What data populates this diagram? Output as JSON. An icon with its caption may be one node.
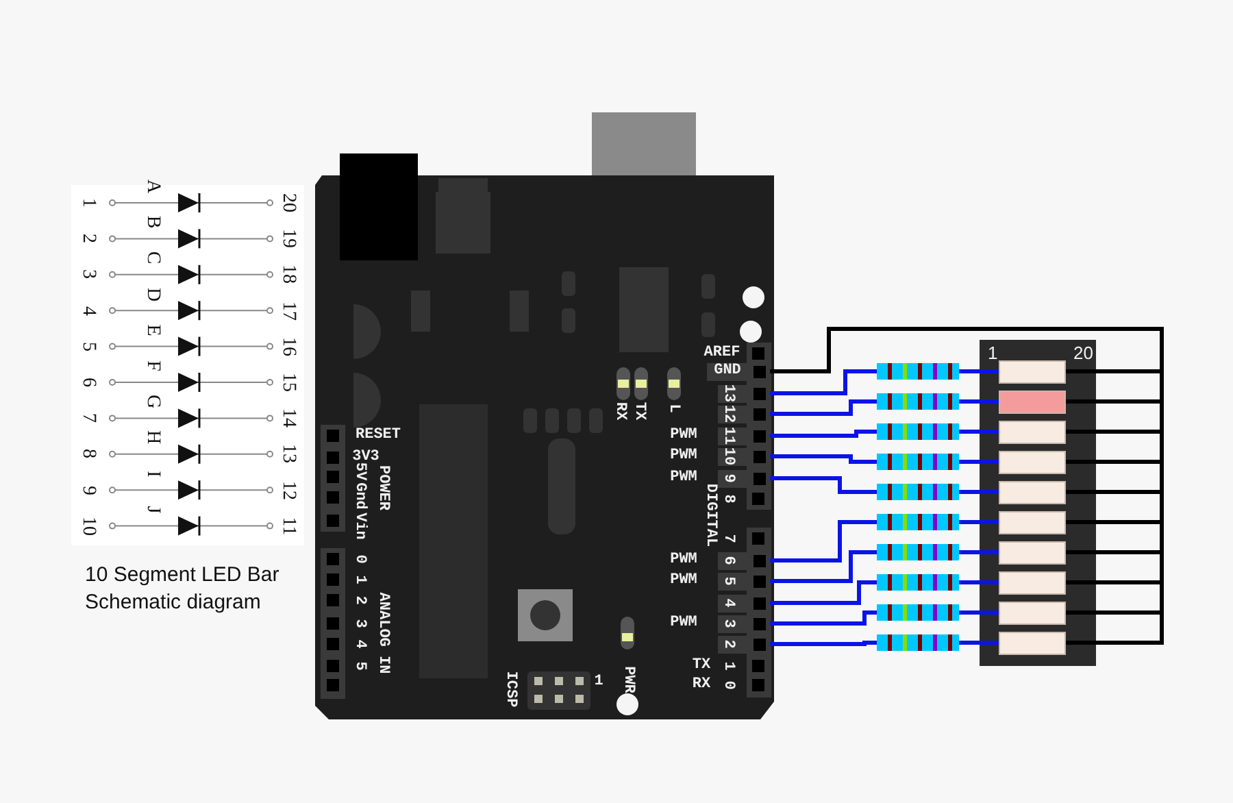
{
  "diagram": {
    "caption": "10 Segment LED Bar Schematic diagram",
    "nodes": [
      {
        "text": [
          "GND"
        ]
      },
      {
        "text": [
          "13"
        ]
      },
      {
        "text": [
          "12"
        ]
      },
      {
        "text": [
          "11"
        ]
      },
      {
        "text": [
          "10"
        ]
      },
      {
        "text": [
          "9"
        ]
      },
      {
        "text": [
          "6"
        ]
      },
      {
        "text": [
          "5"
        ]
      },
      {
        "text": [
          "4"
        ]
      },
      {
        "text": [
          "3"
        ]
      },
      {
        "text": [
          "2"
        ]
      },
      {
        "text": [],
        "shape": "resistor"
      },
      {
        "text": [],
        "shape": "resistor"
      },
      {
        "text": [],
        "shape": "resistor"
      },
      {
        "text": [],
        "shape": "resistor"
      },
      {
        "text": [],
        "shape": "resistor"
      },
      {
        "text": [],
        "shape": "resistor"
      },
      {
        "text": [],
        "shape": "resistor"
      },
      {
        "text": [],
        "shape": "resistor"
      },
      {
        "text": [],
        "shape": "resistor"
      },
      {
        "text": [],
        "shape": "resistor"
      },
      {
        "text": [
          "1",
          "20"
        ]
      },
      {
        "text": [],
        "shape": "box",
        "in": 21
      },
      {
        "text": [],
        "shape": "box",
        "in": 21
      },
      {
        "text": [],
        "shape": "box",
        "in": 21
      },
      {
        "text": [],
        "shape": "box",
        "in": 21
      },
      {
        "text": [],
        "shape": "box",
        "in": 21
      },
      {
        "text": [],
        "shape": "box",
        "in": 21
      },
      {
        "text": [],
        "shape": "box",
        "in": 21
      },
      {
        "text": [],
        "shape": "box",
        "in": 21
      },
      {
        "text": [],
        "shape": "box",
        "in": 21
      },
      {
        "text": [],
        "shape": "box",
        "in": 21
      }
    ],
    "edges": [
      {
        "from": 1,
        "to": 11,
        "arrow": "none"
      },
      {
        "from": 11,
        "to": 22,
        "arrow": "none"
      },
      {
        "from": 2,
        "to": 12,
        "arrow": "none"
      },
      {
        "from": 12,
        "to": 23,
        "arrow": "none"
      },
      {
        "from": 3,
        "to": 13,
        "arrow": "none"
      },
      {
        "from": 13,
        "to": 24,
        "arrow": "none"
      },
      {
        "from": 4,
        "to": 14,
        "arrow": "none"
      },
      {
        "from": 14,
        "to": 25,
        "arrow": "none"
      },
      {
        "from": 5,
        "to": 15,
        "arrow": "none"
      },
      {
        "from": 15,
        "to": 26,
        "arrow": "none"
      },
      {
        "from": 6,
        "to": 16,
        "arrow": "none"
      },
      {
        "from": 16,
        "to": 27,
        "arrow": "none"
      },
      {
        "from": 7,
        "to": 17,
        "arrow": "none"
      },
      {
        "from": 17,
        "to": 28,
        "arrow": "none"
      },
      {
        "from": 8,
        "to": 18,
        "arrow": "none"
      },
      {
        "from": 18,
        "to": 29,
        "arrow": "none"
      },
      {
        "from": 9,
        "to": 19,
        "arrow": "none"
      },
      {
        "from": 19,
        "to": 30,
        "arrow": "none"
      },
      {
        "from": 10,
        "to": 20,
        "arrow": "none"
      },
      {
        "from": 20,
        "to": 31,
        "arrow": "none"
      },
      {
        "from": 0,
        "to": 22,
        "arrow": "none",
        "color": "#000000"
      },
      {
        "from": 0,
        "to": 23,
        "arrow": "none",
        "color": "#000000"
      },
      {
        "from": 0,
        "to": 24,
        "arrow": "none",
        "color": "#000000"
      },
      {
        "from": 0,
        "to": 25,
        "arrow": "none",
        "color": "#000000"
      },
      {
        "from": 0,
        "to": 26,
        "arrow": "none",
        "color": "#000000"
      },
      {
        "from": 0,
        "to": 27,
        "arrow": "none",
        "color": "#000000"
      },
      {
        "from": 0,
        "to": 28,
        "arrow": "none",
        "color": "#000000"
      },
      {
        "from": 0,
        "to": 29,
        "arrow": "none",
        "color": "#000000"
      },
      {
        "from": 0,
        "to": 30,
        "arrow": "none",
        "color": "#000000"
      },
      {
        "from": 0,
        "to": 31,
        "arrow": "none",
        "color": "#000000"
      }
    ],
    "labels": [
      "1",
      "A",
      "20",
      "2",
      "B",
      "19",
      "3",
      "C",
      "18",
      "4",
      "D",
      "17",
      "5",
      "E",
      "16",
      "6",
      "F",
      "15",
      "7",
      "G",
      "14",
      "8",
      "H",
      "13",
      "9",
      "I",
      "12",
      "10",
      "J",
      "11",
      "RESET",
      "3V3",
      "5V",
      "Gnd",
      "Vin",
      "POWER",
      "0",
      "1",
      "2",
      "3",
      "4",
      "5",
      "ANALOG IN",
      "RX",
      "TX",
      "L",
      "AREF",
      "PWM",
      "PWM",
      "PWM",
      "8",
      "DIGITAL",
      "7",
      "PWM",
      "PWM",
      "PWM",
      "TX",
      "1",
      "RX",
      "0",
      "PWR",
      "ICSP",
      "1"
    ]
  }
}
